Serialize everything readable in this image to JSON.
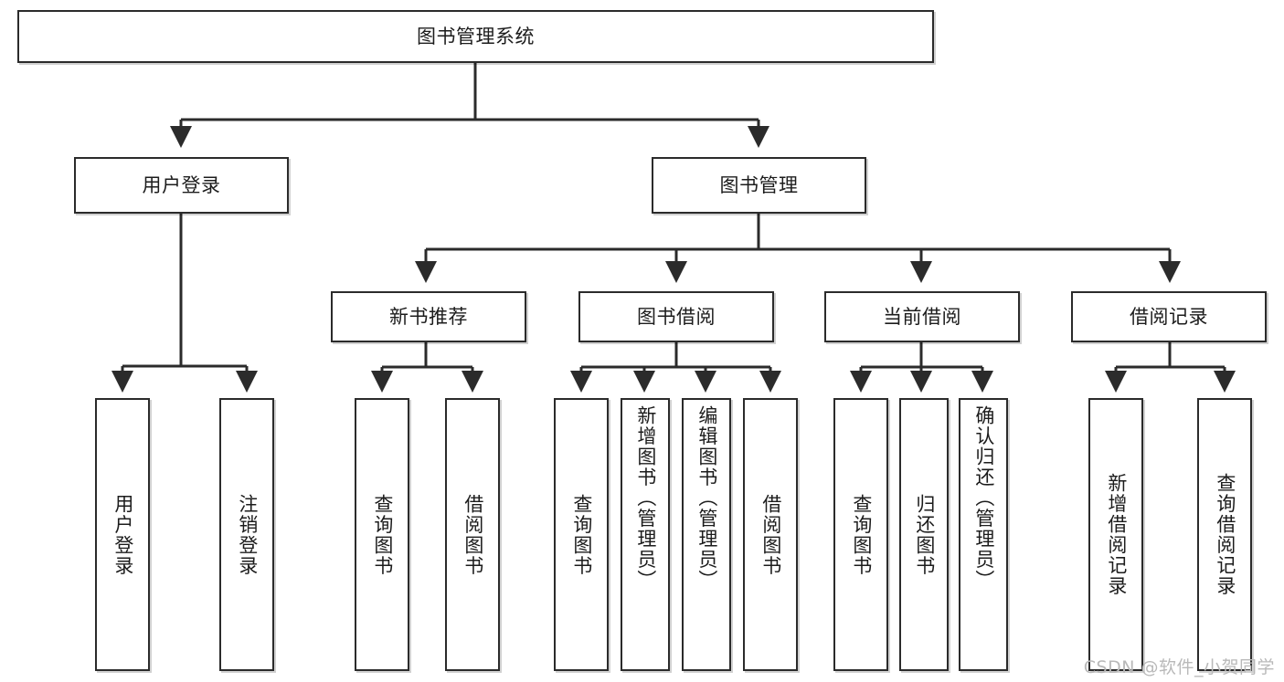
{
  "diagram": {
    "type": "tree-hierarchy-flowchart",
    "title": "图书管理系统",
    "watermark": "CSDN @软件_小贺同学",
    "colors": {
      "box_border": "#2b2b2b",
      "box_fill": "#ffffff",
      "line": "#2b2b2b",
      "text": "#1c1c1c",
      "watermark": "#b9b9b9",
      "background": "#ffffff"
    },
    "levels": [
      {
        "level": 1,
        "nodes": [
          {
            "id": "root",
            "label": "图书管理系统",
            "orientation": "horizontal"
          }
        ]
      },
      {
        "level": 2,
        "nodes": [
          {
            "id": "login",
            "label": "用户登录",
            "orientation": "horizontal",
            "parent": "root"
          },
          {
            "id": "bookmgmt",
            "label": "图书管理",
            "orientation": "horizontal",
            "parent": "root"
          }
        ]
      },
      {
        "level": 3,
        "nodes": [
          {
            "id": "newbook",
            "label": "新书推荐",
            "orientation": "horizontal",
            "parent": "bookmgmt"
          },
          {
            "id": "borrow",
            "label": "图书借阅",
            "orientation": "horizontal",
            "parent": "bookmgmt"
          },
          {
            "id": "current",
            "label": "当前借阅",
            "orientation": "horizontal",
            "parent": "bookmgmt"
          },
          {
            "id": "records",
            "label": "借阅记录",
            "orientation": "horizontal",
            "parent": "bookmgmt"
          }
        ]
      },
      {
        "level": 4,
        "nodes": [
          {
            "id": "leaf1",
            "label": "用户登录",
            "orientation": "vertical",
            "parent": "login"
          },
          {
            "id": "leaf2",
            "label": "注销登录",
            "orientation": "vertical",
            "parent": "login"
          },
          {
            "id": "leaf3",
            "label": "查询图书",
            "orientation": "vertical",
            "parent": "newbook"
          },
          {
            "id": "leaf4",
            "label": "借阅图书",
            "orientation": "vertical",
            "parent": "newbook"
          },
          {
            "id": "leaf5",
            "label": "查询图书",
            "orientation": "vertical",
            "parent": "borrow"
          },
          {
            "id": "leaf6",
            "label": "新增图书（管理员）",
            "orientation": "vertical",
            "parent": "borrow"
          },
          {
            "id": "leaf7",
            "label": "编辑图书（管理员）",
            "orientation": "vertical",
            "parent": "borrow"
          },
          {
            "id": "leaf8",
            "label": "借阅图书",
            "orientation": "vertical",
            "parent": "borrow"
          },
          {
            "id": "leaf9",
            "label": "查询图书",
            "orientation": "vertical",
            "parent": "current"
          },
          {
            "id": "leaf10",
            "label": "归还图书",
            "orientation": "vertical",
            "parent": "current"
          },
          {
            "id": "leaf11",
            "label": "确认归还（管理员）",
            "orientation": "vertical",
            "parent": "current"
          },
          {
            "id": "leaf12",
            "label": "新增借阅记录",
            "orientation": "vertical",
            "parent": "records"
          },
          {
            "id": "leaf13",
            "label": "查询借阅记录",
            "orientation": "vertical",
            "parent": "records"
          }
        ]
      }
    ]
  }
}
